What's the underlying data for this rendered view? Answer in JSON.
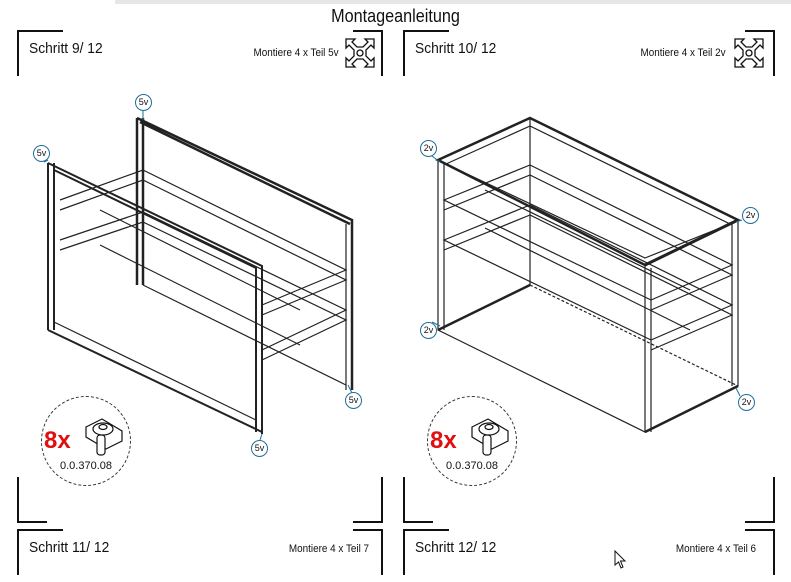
{
  "header": {
    "title": "Montageanleitung"
  },
  "steps": [
    {
      "label": "Schritt 9/ 12",
      "instruction": "Montiere 4 x Teil 5v",
      "tag": "5v"
    },
    {
      "label": "Schritt 10/ 12",
      "instruction": "Montiere 4 x Teil 2v",
      "tag": "2v"
    },
    {
      "label": "Schritt 11/ 12",
      "instruction": "Montiere 4 x Teil 7"
    },
    {
      "label": "Schritt 12/ 12",
      "instruction": "Montiere 4 x Teil 6"
    }
  ],
  "parts": [
    {
      "quantity": "8x",
      "number": "0.0.370.08"
    },
    {
      "quantity": "8x",
      "number": "0.0.370.08"
    }
  ],
  "colors": {
    "tag_border": "#1d6f9a",
    "quantity": "#e01010"
  }
}
